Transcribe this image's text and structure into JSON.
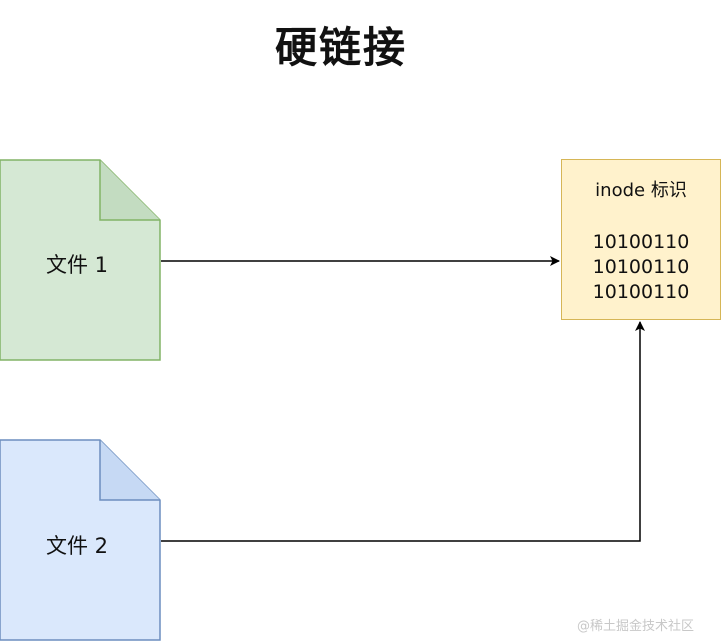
{
  "title": "硬链接",
  "file1": {
    "label": "文件 1"
  },
  "file2": {
    "label": "文件 2"
  },
  "inode": {
    "title": "inode 标识",
    "lines": [
      "10100110",
      "10100110",
      "10100110"
    ]
  },
  "watermark": "@稀土掘金技术社区",
  "colors": {
    "file1_fill": "#d5e8d4",
    "file1_stroke": "#82b366",
    "file2_fill": "#dae8fc",
    "file2_stroke": "#6c8ebf",
    "inode_fill": "#fff2cc",
    "inode_stroke": "#d6b656"
  }
}
